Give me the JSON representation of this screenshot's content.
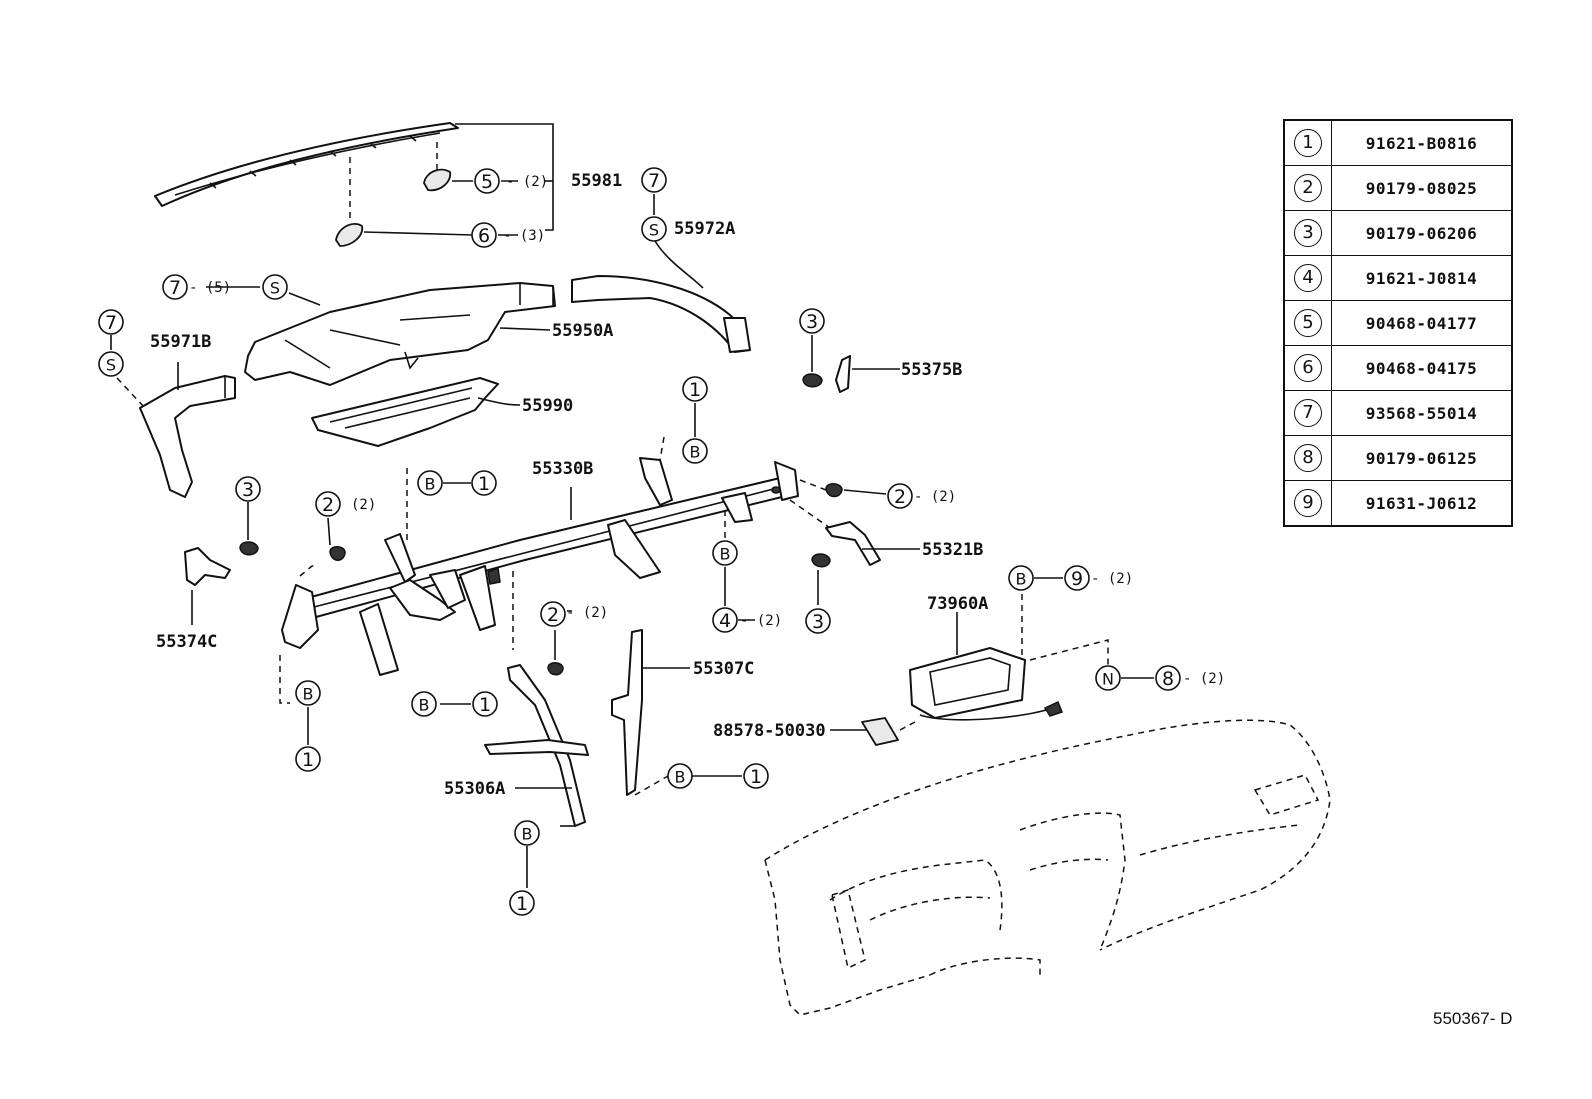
{
  "part_labels": {
    "p55981": "55981",
    "p55972A": "55972A",
    "p55950A": "55950A",
    "p55971B": "55971B",
    "p55990": "55990",
    "p55375B": "55375B",
    "p55330B": "55330B",
    "p55321B": "55321B",
    "p55374C": "55374C",
    "p73960A": "73960A",
    "p55307C": "55307C",
    "p88578": "88578-50030",
    "p55306A": "55306A"
  },
  "quantities": {
    "q5": "- (2)",
    "q6": "- (3)",
    "q7": "- (5)",
    "q2a": "(2)",
    "q2b": "- (2)",
    "q2c": "- (2)",
    "q4": "- (2)",
    "q9": "- (2)",
    "q8": "- (2)"
  },
  "callout_symbols": {
    "one": "1",
    "two": "2",
    "three": "3",
    "four": "4",
    "five": "5",
    "six": "6",
    "seven": "7",
    "eight": "8",
    "nine": "9",
    "B": "B",
    "S": "S",
    "N": "N"
  },
  "reference_table": [
    {
      "num": "1",
      "code": "91621-B0816"
    },
    {
      "num": "2",
      "code": "90179-08025"
    },
    {
      "num": "3",
      "code": "90179-06206"
    },
    {
      "num": "4",
      "code": "91621-J0814"
    },
    {
      "num": "5",
      "code": "90468-04177"
    },
    {
      "num": "6",
      "code": "90468-04175"
    },
    {
      "num": "7",
      "code": "93568-55014"
    },
    {
      "num": "8",
      "code": "90179-06125"
    },
    {
      "num": "9",
      "code": "91631-J0612"
    }
  ],
  "figure_code": "550367- D"
}
